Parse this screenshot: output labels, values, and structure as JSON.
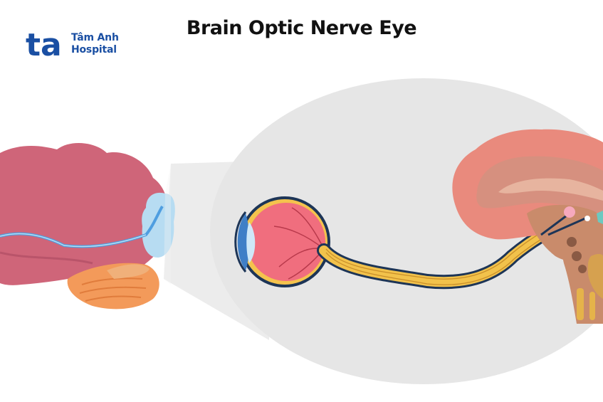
{
  "header": {
    "title": "Brain Optic Nerve Eye"
  },
  "logo": {
    "mark": "ta",
    "line1": "Tâm Anh",
    "line2": "Hospital",
    "color": "#1a4fa3"
  },
  "colors": {
    "brain_outer": "#cf6579",
    "brain_inner": "#e98a7d",
    "cerebellum": "#f39a5a",
    "visual_cortex": "#b7dcf2",
    "optic_path": "#4f9ee0",
    "eyeball": "#f06e7e",
    "sclera_border": "#f4c34d",
    "nerve": "#f2c24b",
    "nerve_outline": "#1d3557",
    "magnifier": "#e6e6e6"
  }
}
